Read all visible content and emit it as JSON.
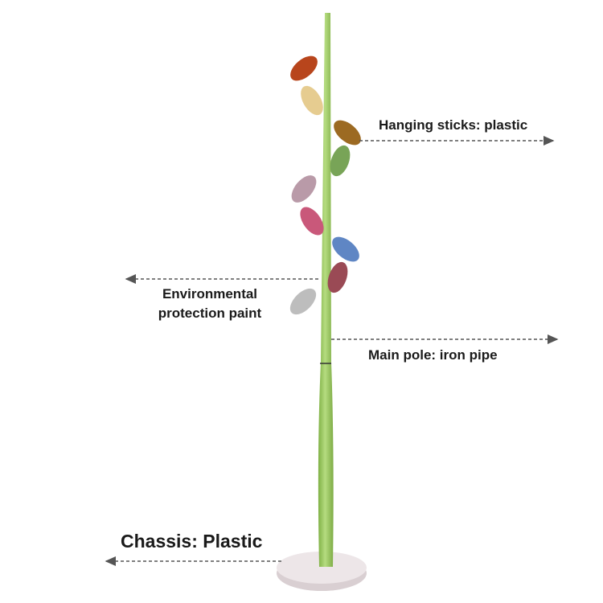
{
  "labels": {
    "hanging_sticks": "Hanging sticks: plastic",
    "paint_line1": "Environmental",
    "paint_line2": "protection paint",
    "main_pole": "Main pole: iron pipe",
    "chassis": "Chassis: Plastic"
  },
  "colors": {
    "pole": "#9cc95f",
    "base": "#e9e1e3",
    "arrow": "#555555",
    "hooks": [
      "#b8451c",
      "#e6cc90",
      "#9c6a22",
      "#78a457",
      "#b99aa8",
      "#c9587a",
      "#5f86c4",
      "#9a4a55",
      "#bdbdbd"
    ]
  }
}
